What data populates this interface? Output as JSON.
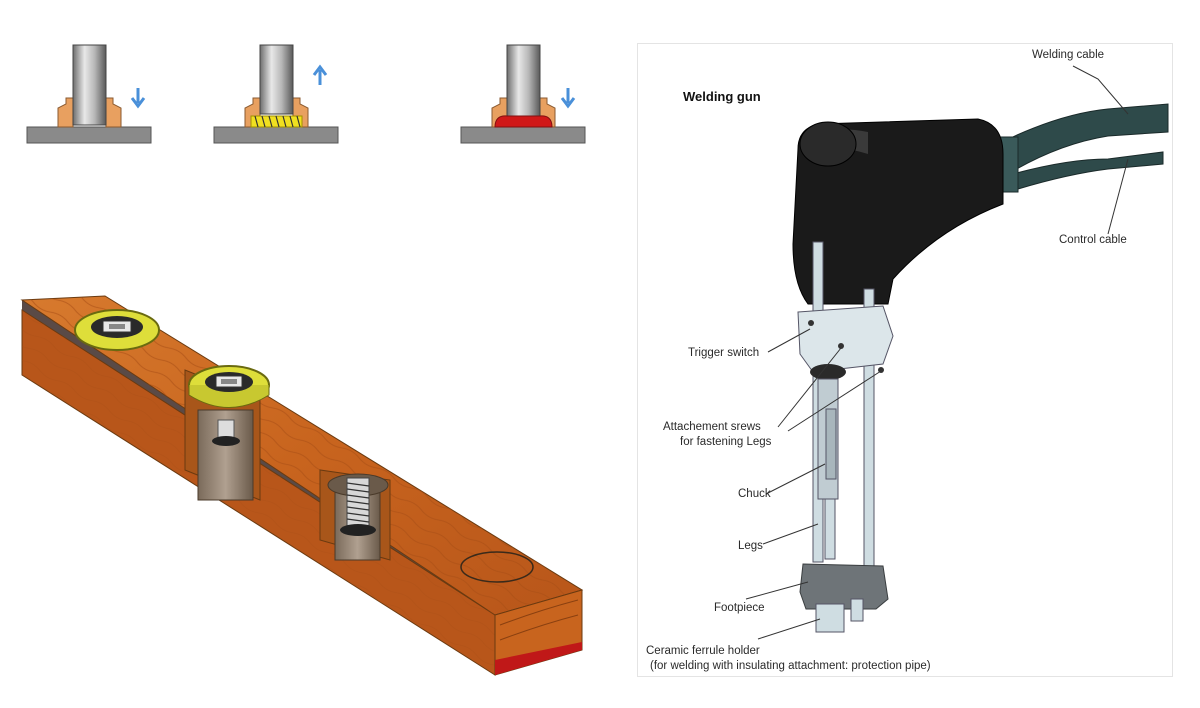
{
  "gun_diagram": {
    "title": "Welding gun",
    "labels": {
      "welding_cable": "Welding cable",
      "control_cable": "Control cable",
      "trigger_switch": "Trigger switch",
      "attachment_screws_1": "Attachement srews",
      "attachment_screws_2": "for fastening Legs",
      "chuck": "Chuck",
      "legs": "Legs",
      "footpiece": "Footpiece",
      "ferrule_holder_1": "Ceramic ferrule holder",
      "ferrule_holder_2": "(for welding with insulating attachment: protection pipe)"
    }
  },
  "colors": {
    "wood": "#c8641e",
    "wood_dark": "#9a4a14",
    "ring_yellow": "#dede3a",
    "arrow_blue": "#4a90d9",
    "weld_red": "#d01818",
    "ferrule_tan": "#e8a060",
    "gun_black": "#1a1a1a",
    "cable_teal": "#2e4a4a",
    "metal_light": "#cfdde2"
  }
}
